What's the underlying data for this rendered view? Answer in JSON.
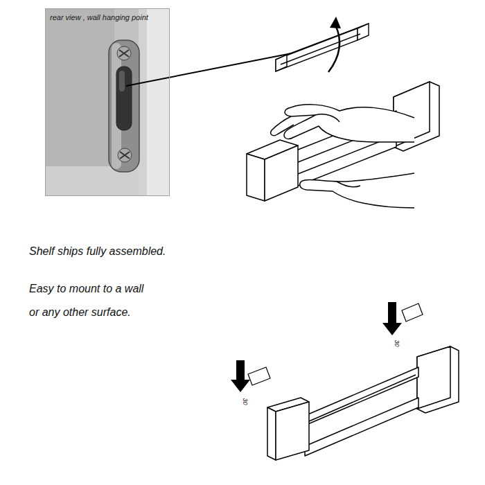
{
  "diagram": {
    "nodes": [
      {
        "text": [
          "rear view , wall hanging point"
        ]
      }
    ],
    "labels": [
      "Shelf ships fully assembled.",
      "Easy to mount to a wall or any other surface.",
      "30",
      "30"
    ]
  }
}
